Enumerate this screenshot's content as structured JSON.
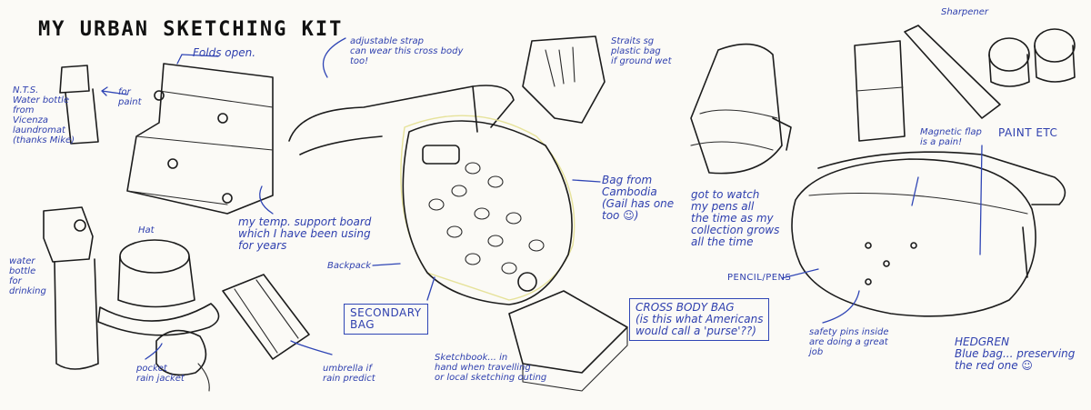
{
  "title": "MY URBAN SKETCHING KIT",
  "notes": {
    "folds_open": "Folds open.",
    "adjustable_strap": "adjustable strap\ncan wear this cross body\ntoo!",
    "fits_plastic_bag": "Straits sg\nplastic bag\nif ground wet",
    "sharpener": "Sharpener",
    "nts_bottle": "N.T.S.\nWater bottle\nfrom\nVicenza\nlaundromat\n(thanks Mike)",
    "for_paint": "for\npaint",
    "bag_from_cambodia": "Bag from\nCambodia\n(Gail has one\ntoo ☺)",
    "magnetic_flap": "Magnetic flap\nis a pain!",
    "paint_etc": "PAINT etc",
    "support_board": "my temp. support board\nwhich I have been using\nfor years",
    "water_bottle_drinking": "water\nbottle\nfor\ndrinking",
    "hat": "Hat",
    "backpack": "Backpack",
    "got_to_watch": "got to watch\nmy pens all\nthe time as my\ncollection grows\nall the time",
    "pencil_pens": "PENCIL/PENS",
    "secondary_bag": "SECONDARY\nBAG",
    "cross_body_bag": "CROSS BODY BAG\n(is this what Americans\nwould call a 'purse'??)",
    "safety_pins": "safety pins inside\nare doing a great\njob",
    "hedgren": "HEDGREN\nBlue bag... preserving\nthe red one ☺",
    "pocket_rain_jacket": "pocket\nrain jacket",
    "umbrella": "umbrella if\nrain predict",
    "sketchbook": "Sketchbook... in\nhand when travelling\nor local sketching outing"
  },
  "colors": {
    "ink": "#1c1c1c",
    "blue_pen": "#2e3fae",
    "paper": "#fbfaf6"
  }
}
